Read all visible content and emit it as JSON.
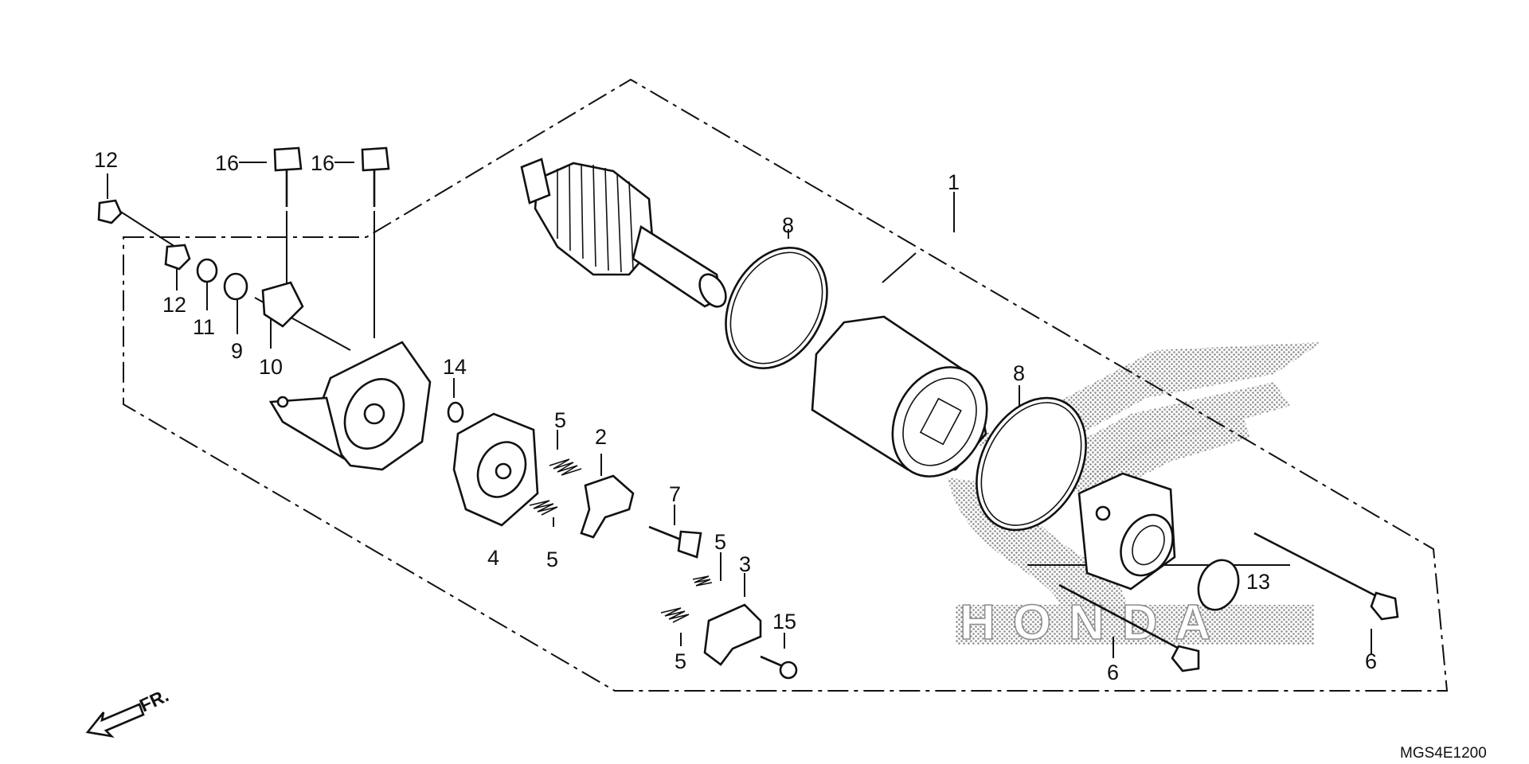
{
  "callouts": {
    "c1": "1",
    "c2": "2",
    "c3": "3",
    "c4": "4",
    "c5a": "5",
    "c5b": "5",
    "c5c": "5",
    "c5d": "5",
    "c6a": "6",
    "c6b": "6",
    "c7": "7",
    "c8a": "8",
    "c8b": "8",
    "c9": "9",
    "c10": "10",
    "c11": "11",
    "c12a": "12",
    "c12b": "12",
    "c13": "13",
    "c14": "14",
    "c15": "15",
    "c16a": "16",
    "c16b": "16"
  },
  "direction_label": "FR.",
  "diagram_code": "MGS4E1200",
  "watermark": {
    "brand": "HONDA",
    "color": "#9a9a9a"
  }
}
